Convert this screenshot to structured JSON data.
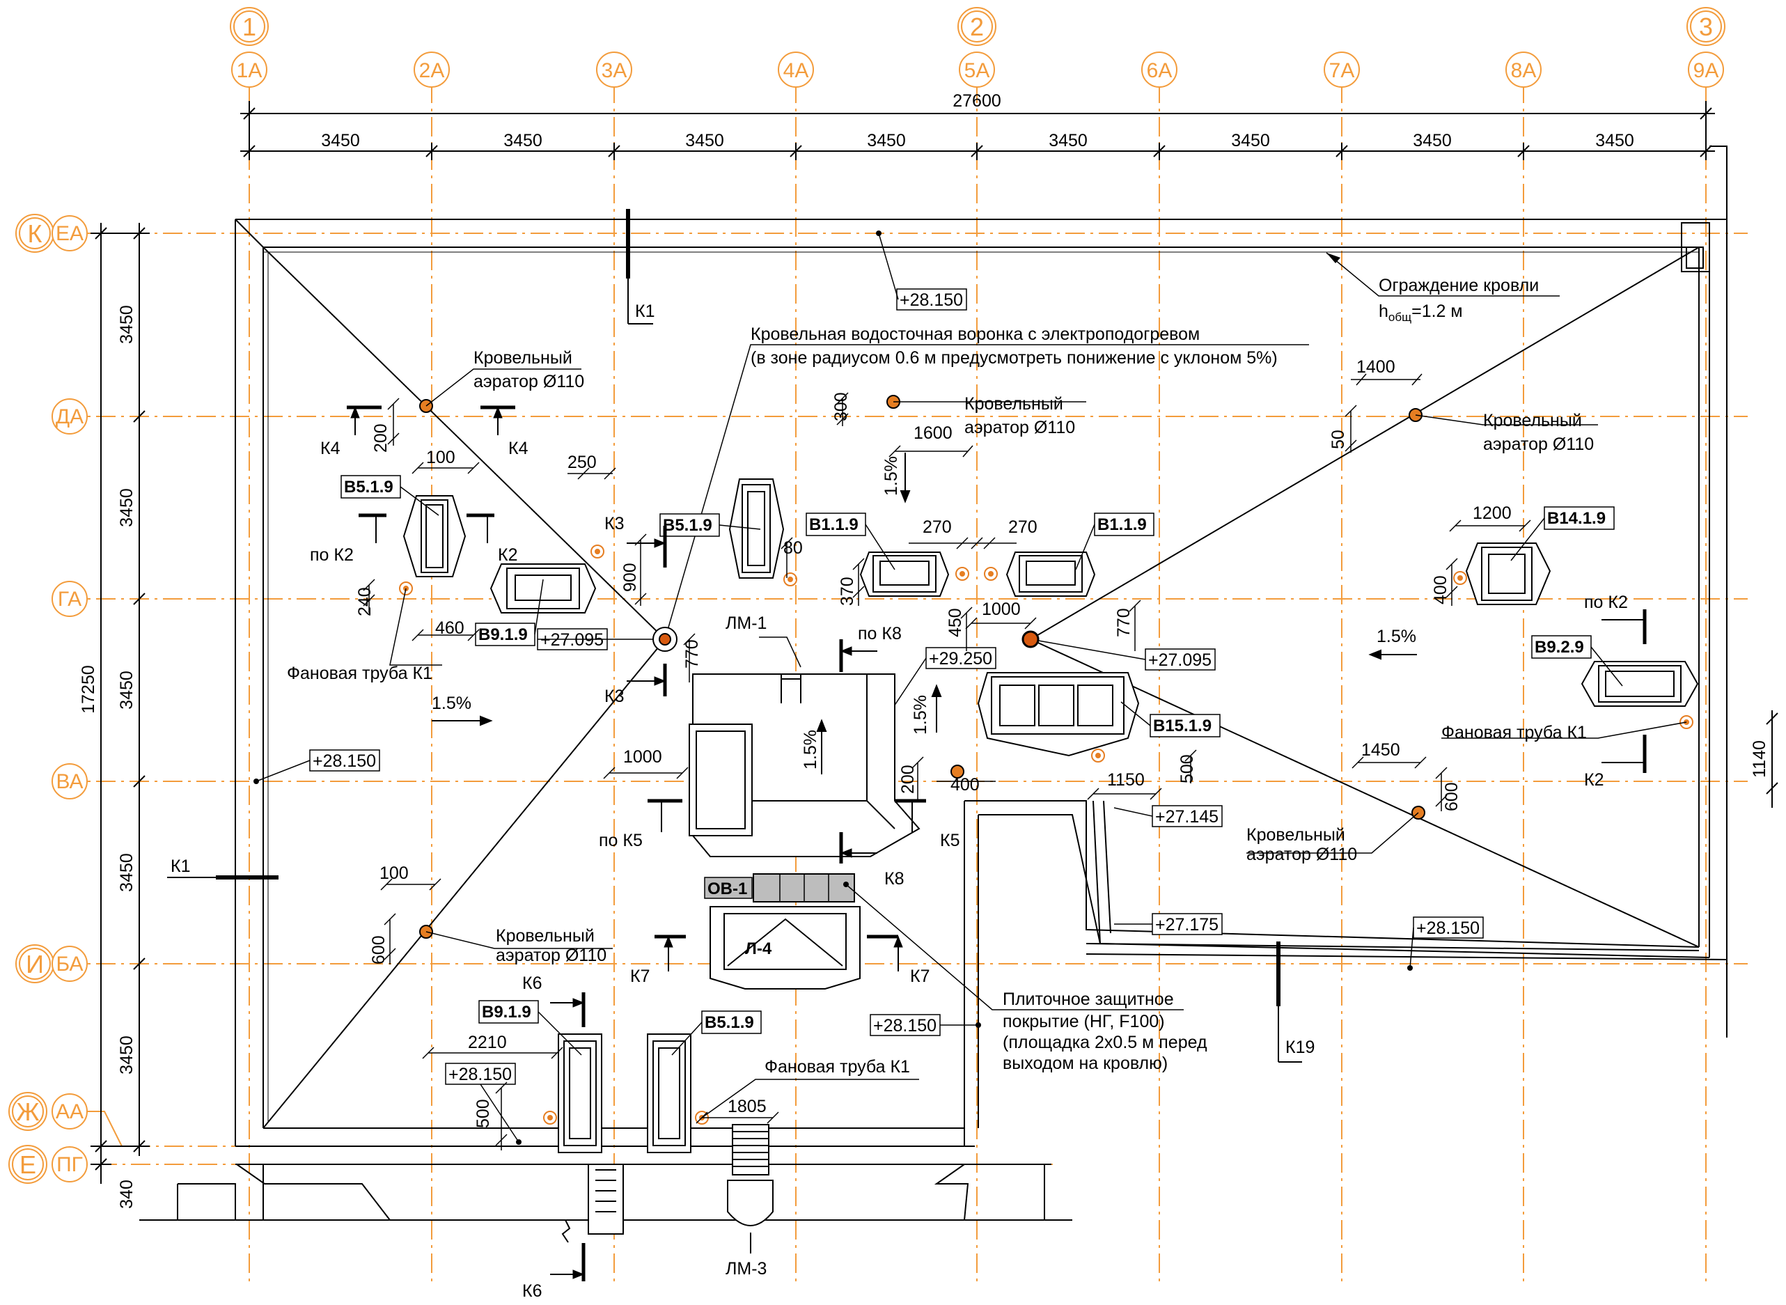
{
  "colors": {
    "axis": "#f39c3c",
    "ink": "#000000",
    "fill": "#ffffff",
    "shade": "#bdbdbd"
  },
  "axes_top_main": [
    "1",
    "2",
    "3"
  ],
  "axes_top": [
    "1А",
    "2А",
    "3А",
    "4А",
    "5А",
    "6А",
    "7А",
    "8А",
    "9А"
  ],
  "axes_left_main": [
    "К",
    "И",
    "Ж",
    "Е"
  ],
  "axes_left": [
    "ЕА",
    "ДА",
    "ГА",
    "ВА",
    "БА",
    "АА",
    "ПГ"
  ],
  "dim_total": "27600",
  "dim_span": "3450",
  "dim_left_total": "17250",
  "dim_left_bottom": "340",
  "dim_right": "1140",
  "elevations": {
    "roof": "+28.150",
    "funnel": "+27.095",
    "lm": "+29.250",
    "step1": "+27.145",
    "step2": "+27.175"
  },
  "notes": {
    "parapet_title": "Ограждение кровли",
    "parapet_h_main": "h",
    "parapet_h_sub": "общ",
    "parapet_h_value": "=1.2 м",
    "funnel_line1": "Кровельная водосточная воронка с электроподогревом",
    "funnel_line2": "(в зоне радиусом 0.6 м предусмотреть понижение с уклоном 5%)",
    "aerator_line1": "Кровельный",
    "aerator_line2": "аэратор Ø110",
    "fan_pipe": "Фановая труба К1",
    "tile_line1": "Плиточное защитное",
    "tile_line2": "покрытие (НГ, F100)",
    "tile_line3": "(площадка 2х0.5 м перед",
    "tile_line4": "выходом на кровлю)"
  },
  "units": {
    "b519": "В5.1.9",
    "b919": "В9.1.9",
    "b119": "В1.1.9",
    "b1419": "В14.1.9",
    "b929": "В9.2.9",
    "b1519": "В15.1.9",
    "ob1": "ОВ-1",
    "l4": "Л-4",
    "lm1": "ЛМ-1",
    "lm3": "ЛМ-3"
  },
  "sections": {
    "k1": "К1",
    "k2": "К2",
    "k3": "К3",
    "k4": "К4",
    "k5": "К5",
    "k6": "К6",
    "k7": "К7",
    "k8": "К8",
    "k19": "К19",
    "po_k2": "по К2",
    "po_k5": "по К5",
    "po_k8": "по К8"
  },
  "slopes": {
    "s": "1.5%"
  },
  "dims": {
    "d1400": "1400",
    "d300": "300",
    "d1600": "1600",
    "d50": "50",
    "d200": "200",
    "d100": "100",
    "d250": "250",
    "d1200": "1200",
    "d270": "270",
    "d900": "900",
    "d80": "80",
    "d370": "370",
    "d400": "400",
    "d240": "240",
    "d1000": "1000",
    "d460": "460",
    "d770": "770",
    "d450": "450",
    "d500": "500",
    "d1450": "1450",
    "d1150": "1150",
    "d600": "600",
    "d2210": "2210",
    "d1805": "1805"
  }
}
